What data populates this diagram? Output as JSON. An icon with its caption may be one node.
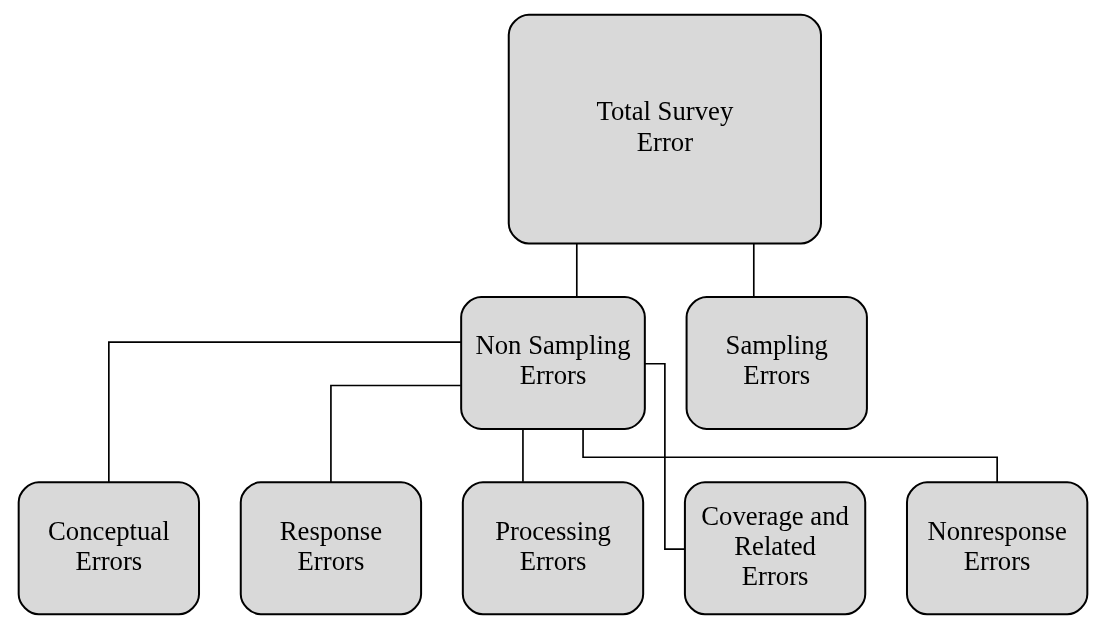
{
  "diagram": {
    "nodes": [
      {
        "text": [
          "Total Survey Error"
        ]
      },
      {
        "text": [
          "Non Sampling Errors"
        ]
      },
      {
        "text": [
          "Sampling Errors"
        ]
      },
      {
        "text": [
          "Conceptual Errors"
        ]
      },
      {
        "text": [
          "Response Errors"
        ]
      },
      {
        "text": [
          "Processing Errors"
        ]
      },
      {
        "text": [
          "Coverage and Related Errors"
        ]
      },
      {
        "text": [
          "Nonresponse Errors"
        ]
      }
    ],
    "edges": [
      {
        "from": 0,
        "to": 1,
        "arrow": "none"
      },
      {
        "from": 0,
        "to": 2,
        "arrow": "none"
      },
      {
        "from": 1,
        "to": 3,
        "arrow": "none"
      },
      {
        "from": 1,
        "to": 4,
        "arrow": "none"
      },
      {
        "from": 1,
        "to": 5,
        "arrow": "none"
      },
      {
        "from": 1,
        "to": 6,
        "arrow": "none"
      },
      {
        "from": 1,
        "to": 7,
        "arrow": "none"
      }
    ]
  }
}
